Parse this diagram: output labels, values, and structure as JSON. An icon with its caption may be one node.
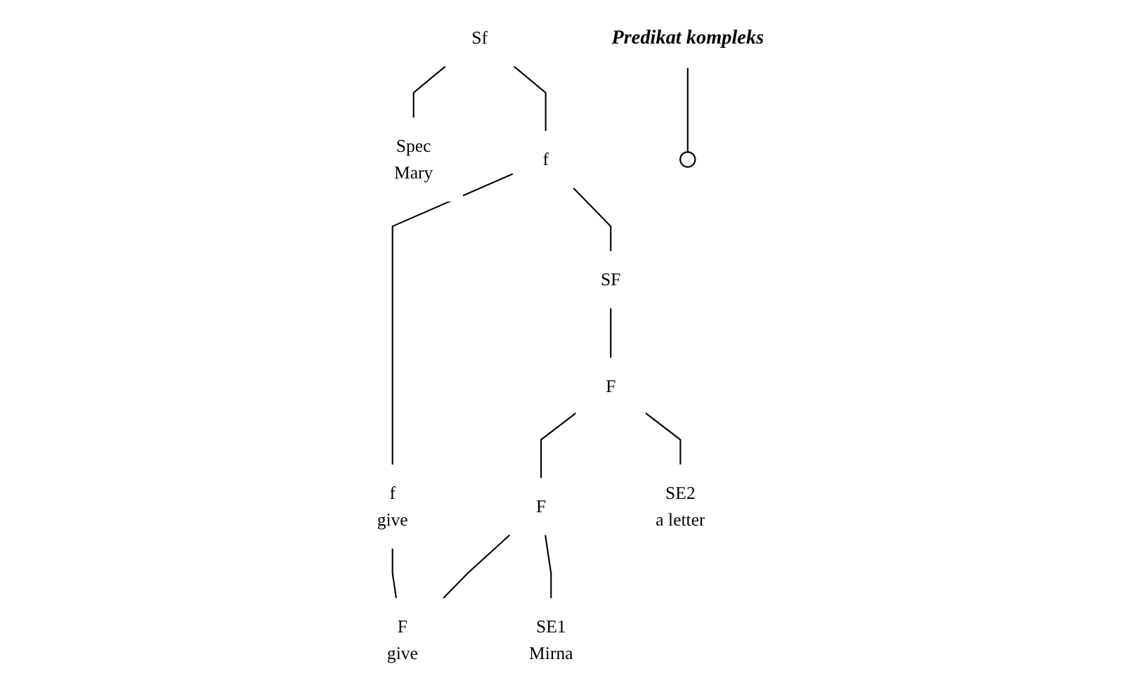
{
  "diagram": {
    "nodes": [
      {
        "text": [
          "Sf"
        ]
      },
      {
        "text": [
          "Spec",
          "Mary"
        ]
      },
      {
        "text": [
          "f"
        ]
      },
      {
        "text": [
          "f",
          "give"
        ]
      },
      {
        "text": [
          "SF"
        ]
      },
      {
        "text": [
          "F"
        ]
      },
      {
        "text": [
          "F"
        ]
      },
      {
        "text": [
          "F",
          "give"
        ]
      },
      {
        "text": [
          "SE1",
          "Mirna"
        ]
      },
      {
        "text": [
          "SE2",
          "a letter"
        ]
      },
      {
        "text": [
          "Predikat kompleks"
        ]
      },
      {
        "text": [],
        "shape": "arc"
      }
    ],
    "edges": [
      {
        "from": 0,
        "to": 1,
        "arrow": "none"
      },
      {
        "from": 0,
        "to": 2,
        "arrow": "none"
      },
      {
        "from": 2,
        "to": 3,
        "arrow": "none"
      },
      {
        "from": 2,
        "to": 4,
        "arrow": "none"
      },
      {
        "from": 4,
        "to": 5,
        "arrow": "none"
      },
      {
        "from": 5,
        "to": 6,
        "arrow": "none"
      },
      {
        "from": 5,
        "to": 9,
        "arrow": "none"
      },
      {
        "from": 6,
        "to": 7,
        "arrow": "none"
      },
      {
        "from": 6,
        "to": 8,
        "arrow": "none"
      },
      {
        "from": 3,
        "to": 7,
        "arrow": "none"
      },
      {
        "from": 10,
        "to": 11,
        "arrow": "none"
      }
    ]
  }
}
